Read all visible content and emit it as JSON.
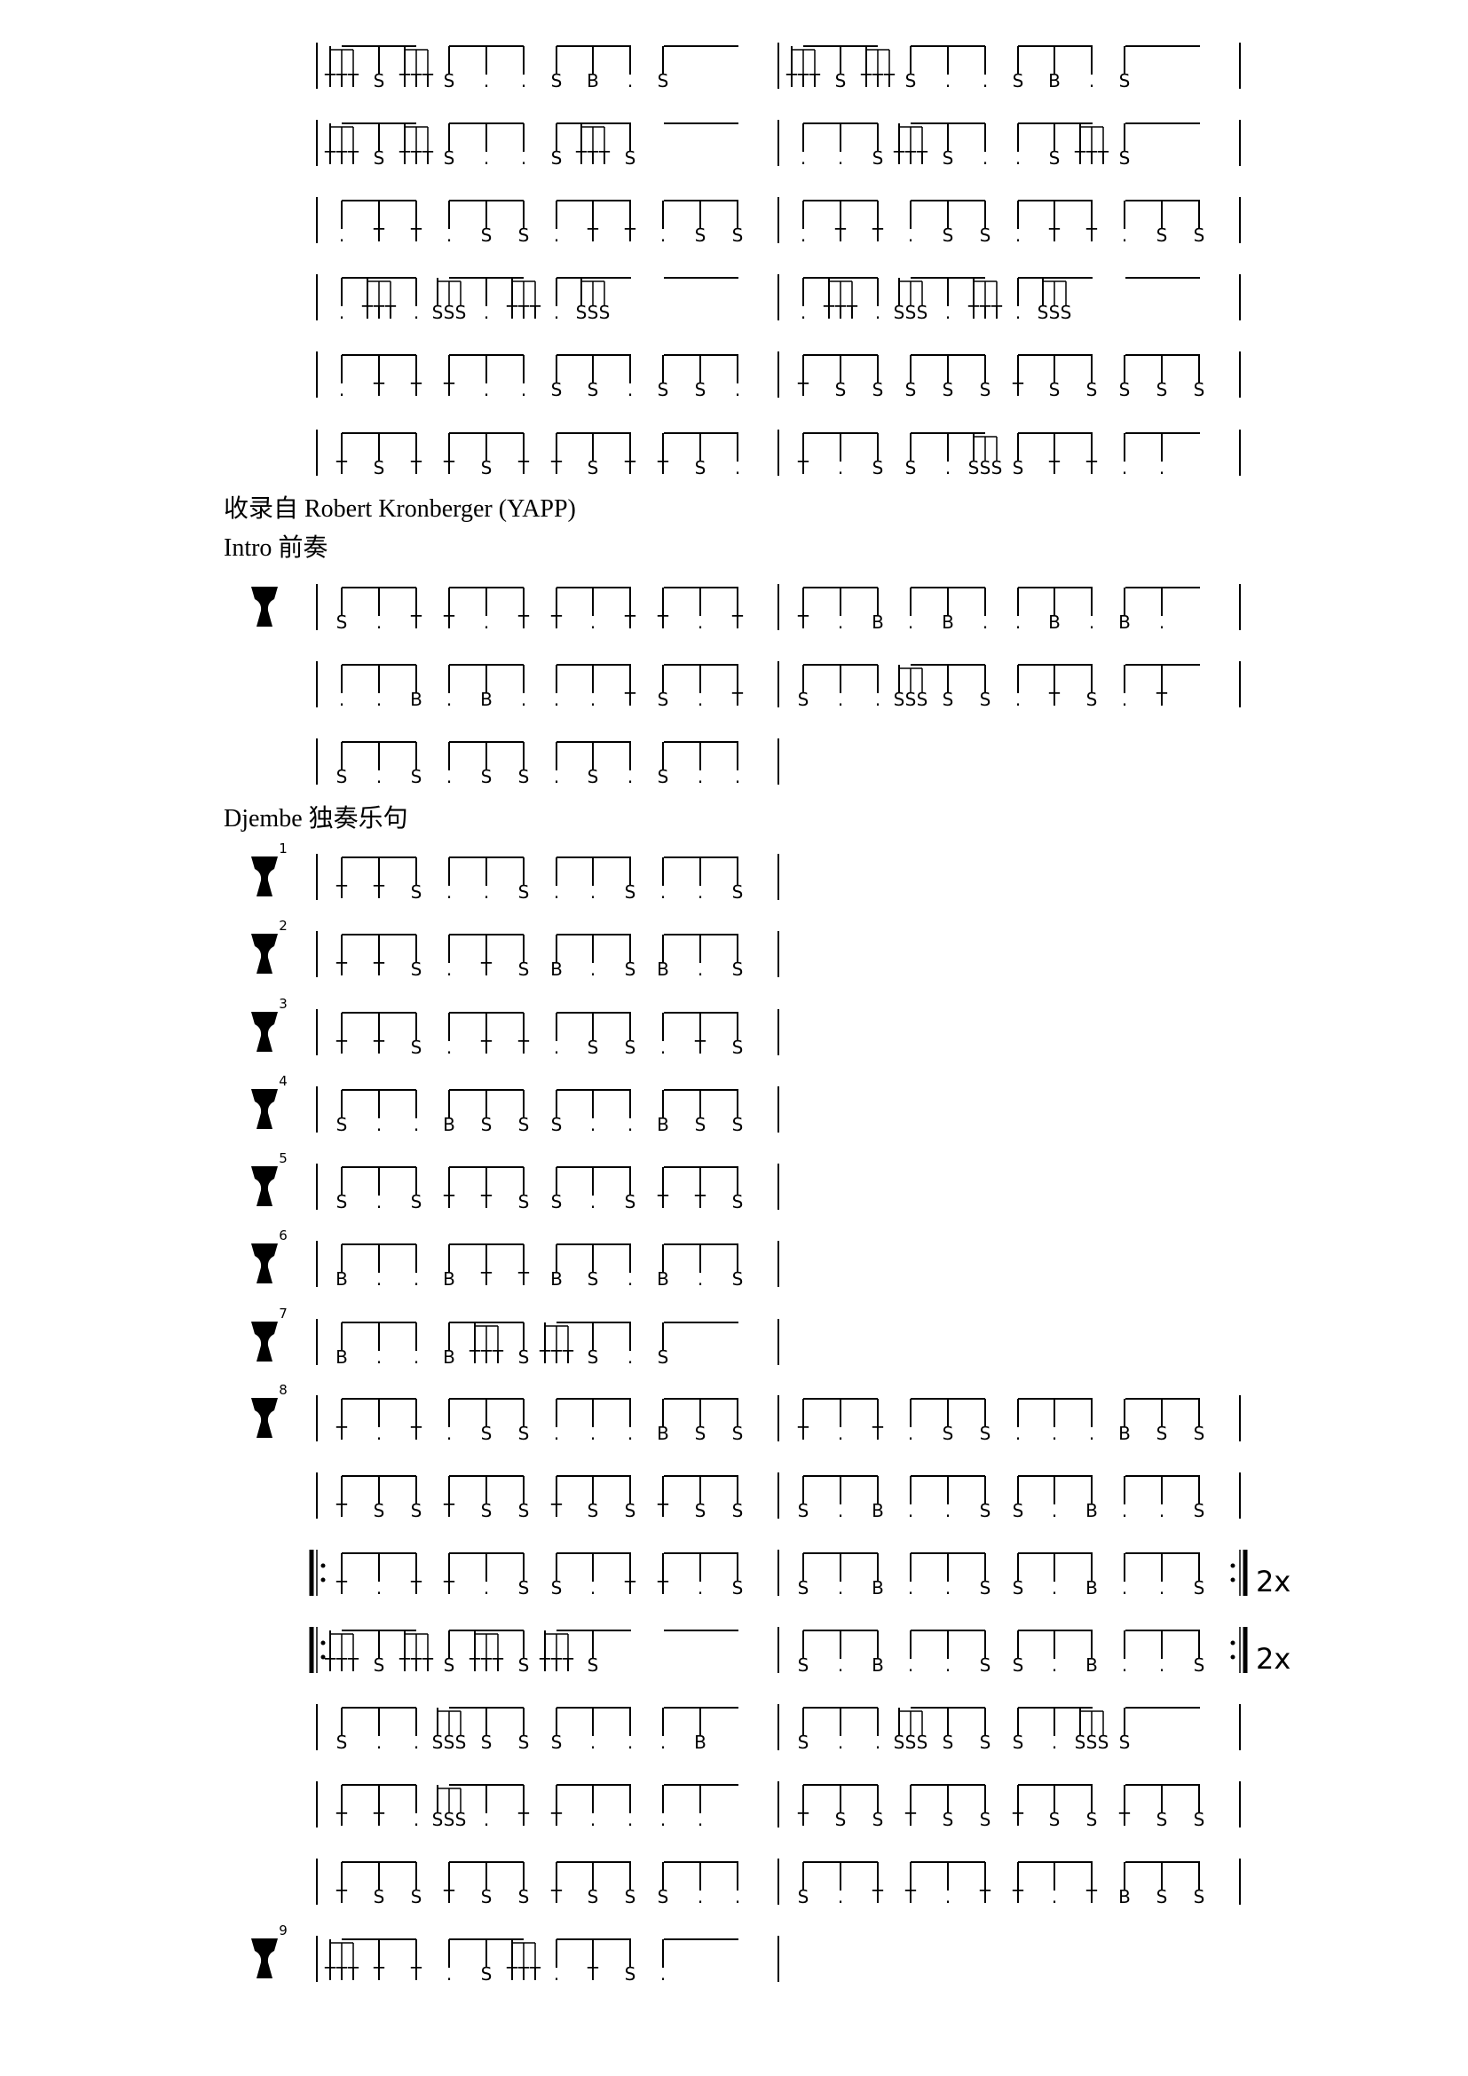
{
  "credit": "收录自  Robert Kronberger (YAPP)",
  "intro_title": "Intro  前奏",
  "solo_title": "Djembe  独奏乐句",
  "icon": "djembe-icon",
  "systems": [
    {
      "measures": [
        [
          "TTT",
          "S",
          "TTT",
          "S",
          ".",
          ".",
          "S",
          "B",
          ".",
          "S"
        ],
        [
          "TTT",
          "S",
          "TTT",
          "S",
          ".",
          ".",
          "S",
          "B",
          ".",
          "S"
        ]
      ]
    },
    {
      "measures": [
        [
          "TTT",
          "S",
          "TTT",
          "S",
          ".",
          ".",
          "S",
          "TTT",
          "S"
        ],
        [
          ".",
          ".",
          "S",
          "TTT",
          "S",
          ".",
          ".",
          "S",
          "TTT",
          "S"
        ]
      ]
    },
    {
      "measures": [
        [
          ".",
          "T",
          "T",
          ".",
          "S",
          "S",
          ".",
          "T",
          "T",
          ".",
          "S",
          "S"
        ],
        [
          ".",
          "T",
          "T",
          ".",
          "S",
          "S",
          ".",
          "T",
          "T",
          ".",
          "S",
          "S"
        ]
      ]
    },
    {
      "measures": [
        [
          ".",
          "TTT",
          ".",
          "SSS",
          ".",
          "TTT",
          ".",
          "SSS"
        ],
        [
          ".",
          "TTT",
          ".",
          "SSS",
          ".",
          "TTT",
          ".",
          "SSS"
        ]
      ]
    },
    {
      "measures": [
        [
          ".",
          "T",
          "T",
          "T",
          ".",
          ".",
          "S",
          "S",
          ".",
          "S",
          "S",
          "."
        ],
        [
          "T",
          "S",
          "S",
          "S",
          "S",
          "S",
          "T",
          "S",
          "S",
          "S",
          "S",
          "S"
        ]
      ]
    },
    {
      "measures": [
        [
          "T",
          "S",
          "T",
          "T",
          "S",
          "T",
          "T",
          "S",
          "T",
          "T",
          "S",
          "."
        ],
        [
          "T",
          ".",
          "S",
          "S",
          ".",
          "SSS",
          "S",
          "T",
          "T",
          ".",
          "."
        ]
      ]
    },
    {
      "icon": true,
      "measures": [
        [
          "S",
          ".",
          "T",
          "T",
          ".",
          "T",
          "T",
          ".",
          "T",
          "T",
          ".",
          "T"
        ],
        [
          "T",
          ".",
          "B",
          ".",
          "B",
          ".",
          ".",
          "B",
          ".",
          "B",
          "."
        ]
      ]
    },
    {
      "measures": [
        [
          ".",
          ".",
          "B",
          ".",
          "B",
          ".",
          ".",
          ".",
          "T",
          "S",
          ".",
          "T"
        ],
        [
          "S",
          ".",
          ".",
          "SSS",
          "S",
          "S",
          ".",
          "T",
          "S",
          ".",
          "T"
        ]
      ]
    },
    {
      "measures": [
        [
          "S",
          ".",
          "S",
          ".",
          "S",
          "S",
          ".",
          "S",
          ".",
          "S",
          ".",
          "."
        ]
      ]
    },
    {
      "icon": true,
      "num": "1",
      "measures": [
        [
          "T",
          "T",
          "S",
          ".",
          ".",
          "S",
          ".",
          ".",
          "S",
          ".",
          ".",
          "S"
        ]
      ]
    },
    {
      "icon": true,
      "num": "2",
      "measures": [
        [
          "T",
          "T",
          "S",
          ".",
          "T",
          "S",
          "B",
          ".",
          "S",
          "B",
          ".",
          "S"
        ]
      ]
    },
    {
      "icon": true,
      "num": "3",
      "measures": [
        [
          "T",
          "T",
          "S",
          ".",
          "T",
          "T",
          ".",
          "S",
          "S",
          ".",
          "T",
          "S"
        ]
      ]
    },
    {
      "icon": true,
      "num": "4",
      "measures": [
        [
          "S",
          ".",
          ".",
          "B",
          "S",
          "S",
          "S",
          ".",
          ".",
          "B",
          "S",
          "S"
        ]
      ]
    },
    {
      "icon": true,
      "num": "5",
      "measures": [
        [
          "S",
          ".",
          "S",
          "T",
          "T",
          "S",
          "S",
          ".",
          "S",
          "T",
          "T",
          "S"
        ]
      ]
    },
    {
      "icon": true,
      "num": "6",
      "measures": [
        [
          "B",
          ".",
          ".",
          "B",
          "T",
          "T",
          "B",
          "S",
          ".",
          "B",
          ".",
          "S"
        ]
      ]
    },
    {
      "icon": true,
      "num": "7",
      "measures": [
        [
          "B",
          ".",
          ".",
          "B",
          "TTT",
          "S",
          "TTT",
          "S",
          ".",
          "S"
        ]
      ]
    },
    {
      "icon": true,
      "num": "8",
      "measures": [
        [
          "T",
          ".",
          "T",
          ".",
          "S",
          "S",
          ".",
          ".",
          ".",
          "B",
          "S",
          "S"
        ],
        [
          "T",
          ".",
          "T",
          ".",
          "S",
          "S",
          ".",
          ".",
          ".",
          "B",
          "S",
          "S"
        ]
      ]
    },
    {
      "measures": [
        [
          "T",
          "S",
          "S",
          "T",
          "S",
          "S",
          "T",
          "S",
          "S",
          "T",
          "S",
          "S"
        ],
        [
          "S",
          ".",
          "B",
          ".",
          ".",
          "S",
          "S",
          ".",
          "B",
          ".",
          ".",
          "S"
        ]
      ]
    },
    {
      "repeat": "2x",
      "measures": [
        [
          "T",
          ".",
          "T",
          "T",
          ".",
          "S",
          "S",
          ".",
          "T",
          "T",
          ".",
          "S"
        ],
        [
          "S",
          ".",
          "B",
          ".",
          ".",
          "S",
          "S",
          ".",
          "B",
          ".",
          ".",
          "S"
        ]
      ]
    },
    {
      "repeat": "2x",
      "measures": [
        [
          "TTT",
          "S",
          "TTT",
          "S",
          "TTT",
          "S",
          "TTT",
          "S"
        ],
        [
          "S",
          ".",
          "B",
          ".",
          ".",
          "S",
          "S",
          ".",
          "B",
          ".",
          ".",
          "S"
        ]
      ]
    },
    {
      "measures": [
        [
          "S",
          ".",
          ".",
          "SSS",
          "S",
          "S",
          "S",
          ".",
          ".",
          ".",
          "B"
        ],
        [
          "S",
          ".",
          ".",
          "SSS",
          "S",
          "S",
          "S",
          ".",
          "SSS",
          "S"
        ]
      ]
    },
    {
      "measures": [
        [
          "T",
          "T",
          ".",
          "SSS",
          ".",
          "T",
          "T",
          ".",
          ".",
          ".",
          "."
        ],
        [
          "T",
          "S",
          "S",
          "T",
          "S",
          "S",
          "T",
          "S",
          "S",
          "T",
          "S",
          "S"
        ]
      ]
    },
    {
      "measures": [
        [
          "T",
          "S",
          "S",
          "T",
          "S",
          "S",
          "T",
          "S",
          "S",
          "S",
          ".",
          "."
        ],
        [
          "S",
          ".",
          "T",
          "T",
          ".",
          "T",
          "T",
          ".",
          "T",
          "B",
          "S",
          "S"
        ]
      ]
    },
    {
      "icon": true,
      "num": "9",
      "measures": [
        [
          "TTT",
          "T",
          "T",
          ".",
          "S",
          "TTT",
          ".",
          "T",
          "S",
          "."
        ]
      ]
    }
  ]
}
